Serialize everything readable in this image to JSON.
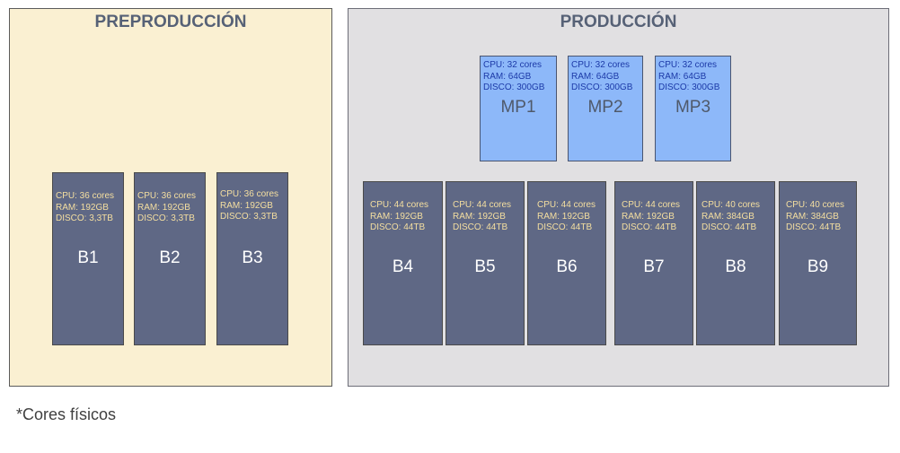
{
  "pre": {
    "title": "PREPRODUCCIÓN",
    "nodes": [
      {
        "name": "B1",
        "cpu": "CPU: 36 cores",
        "ram": "RAM: 192GB",
        "disk": "DISCO: 3,3TB"
      },
      {
        "name": "B2",
        "cpu": "CPU: 36 cores",
        "ram": "RAM: 192GB",
        "disk": "DISCO: 3,3TB"
      },
      {
        "name": "B3",
        "cpu": "CPU: 36 cores",
        "ram": "RAM: 192GB",
        "disk": "DISCO: 3,3TB"
      }
    ]
  },
  "prod": {
    "title": "PRODUCCIÓN",
    "mp_nodes": [
      {
        "name": "MP1",
        "cpu": "CPU: 32 cores",
        "ram": "RAM: 64GB",
        "disk": "DISCO: 300GB"
      },
      {
        "name": "MP2",
        "cpu": "CPU: 32 cores",
        "ram": "RAM: 64GB",
        "disk": "DISCO: 300GB"
      },
      {
        "name": "MP3",
        "cpu": "CPU: 32 cores",
        "ram": "RAM: 64GB",
        "disk": "DISCO: 300GB"
      }
    ],
    "nodes": [
      {
        "name": "B4",
        "cpu": "CPU: 44 cores",
        "ram": "RAM: 192GB",
        "disk": "DISCO: 44TB"
      },
      {
        "name": "B5",
        "cpu": "CPU: 44 cores",
        "ram": "RAM: 192GB",
        "disk": "DISCO: 44TB"
      },
      {
        "name": "B6",
        "cpu": "CPU: 44 cores",
        "ram": "RAM: 192GB",
        "disk": "DISCO: 44TB"
      },
      {
        "name": "B7",
        "cpu": "CPU: 44 cores",
        "ram": "RAM: 192GB",
        "disk": "DISCO: 44TB"
      },
      {
        "name": "B8",
        "cpu": "CPU: 40 cores",
        "ram": "RAM: 384GB",
        "disk": "DISCO: 44TB"
      },
      {
        "name": "B9",
        "cpu": "CPU: 40 cores",
        "ram": "RAM: 384GB",
        "disk": "DISCO: 44TB"
      }
    ]
  },
  "footnote": "*Cores físicos",
  "colors": {
    "pre_background": "#faf0d2",
    "prod_background": "#e1e0e2",
    "b_node": "#5f6885",
    "mp_node": "#8db8f9",
    "b_specs_text": "#f5dfa0",
    "mp_specs_text": "#1c3aa8"
  }
}
